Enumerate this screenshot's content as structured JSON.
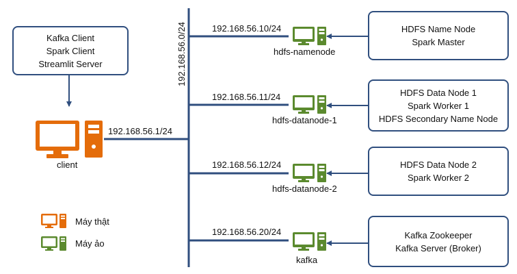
{
  "client_box": {
    "lines": [
      "Kafka Client",
      "Spark Client",
      "Streamlit Server"
    ]
  },
  "client": {
    "label": "client",
    "ip": "192.168.56.1/24"
  },
  "network": {
    "subnet": "192.168.56.0/24"
  },
  "nodes": [
    {
      "label": "hdfs-namenode",
      "ip": "192.168.56.10/24",
      "roles": [
        "HDFS Name Node",
        "Spark Master"
      ]
    },
    {
      "label": "hdfs-datanode-1",
      "ip": "192.168.56.11/24",
      "roles": [
        "HDFS Data Node 1",
        "Spark Worker 1",
        "HDFS Secondary Name Node"
      ]
    },
    {
      "label": "hdfs-datanode-2",
      "ip": "192.168.56.12/24",
      "roles": [
        "HDFS Data Node 2",
        "Spark Worker 2"
      ]
    },
    {
      "label": "kafka",
      "ip": "192.168.56.20/24",
      "roles": [
        "Kafka Zookeeper",
        "Kafka Server (Broker)"
      ]
    }
  ],
  "legend": {
    "physical": "Máy thật",
    "virtual": "Máy ảo"
  },
  "colors": {
    "physical": "#e46c0a",
    "virtual": "#5b8a2e",
    "line": "#2f4e7e"
  }
}
